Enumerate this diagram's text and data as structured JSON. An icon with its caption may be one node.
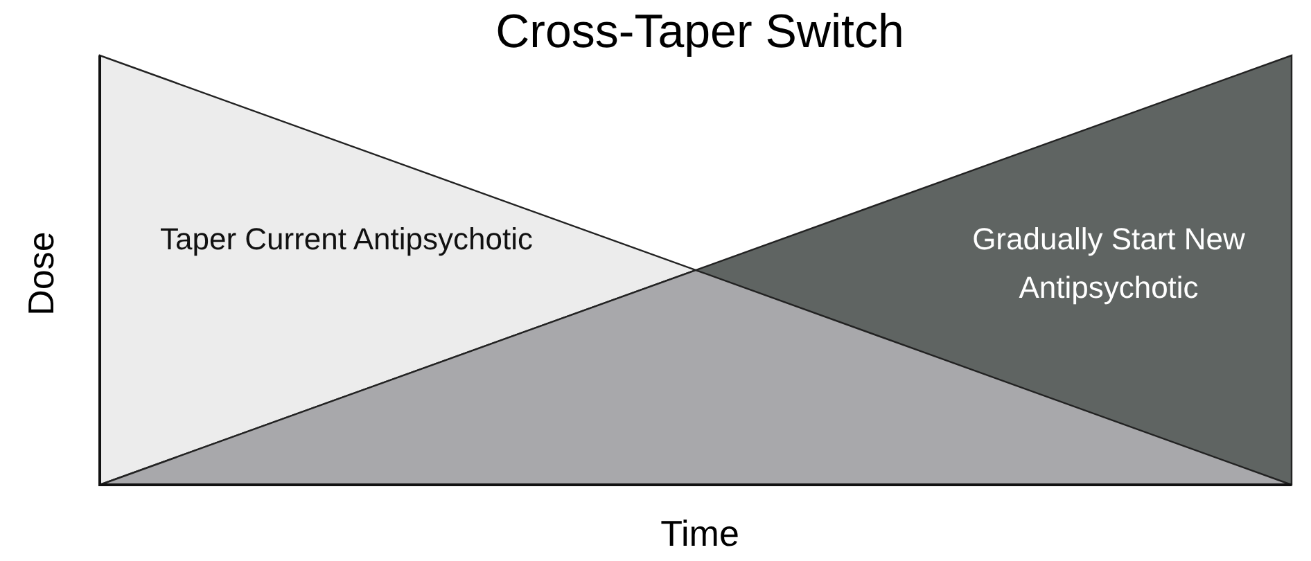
{
  "diagram": {
    "title": "Cross-Taper Switch",
    "nodes": [
      {
        "text": [
          "Taper Current Antipsychotic"
        ]
      },
      {
        "text": [
          "Gradually Start New Antipsychotic"
        ]
      }
    ],
    "labels": [
      "Dose",
      "Time"
    ]
  }
}
